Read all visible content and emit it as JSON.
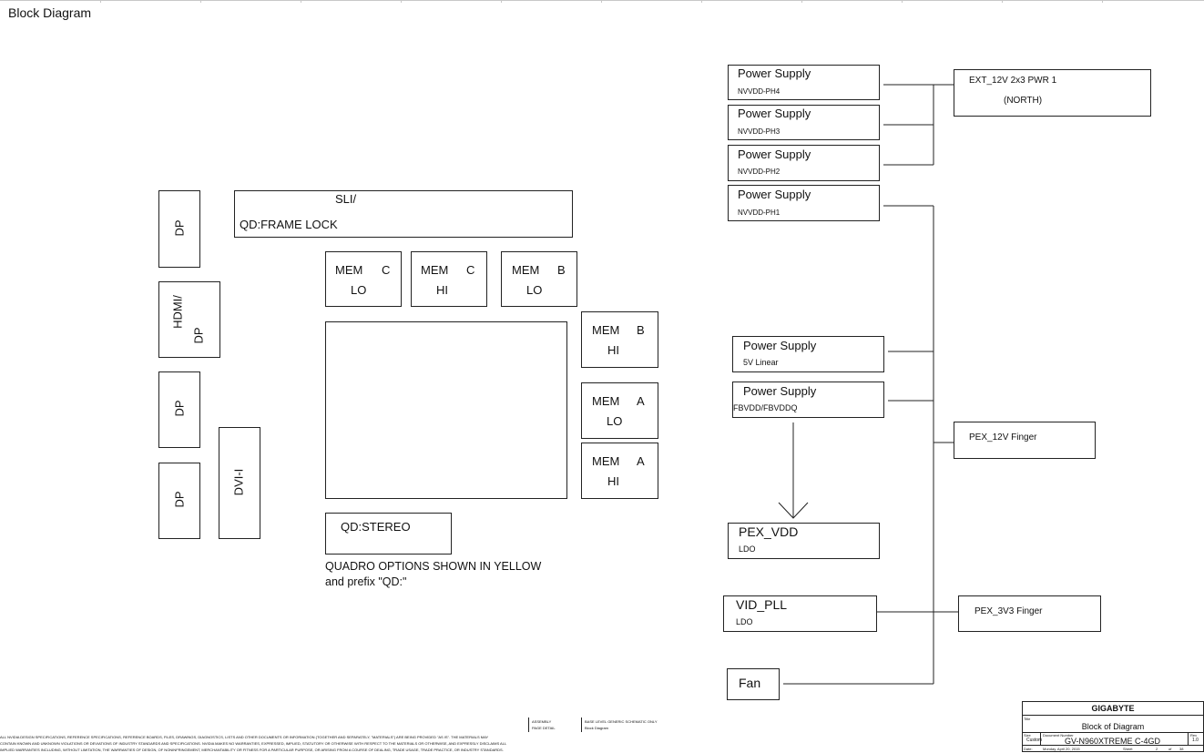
{
  "page": {
    "title": "Block Diagram"
  },
  "connectors": {
    "dp_top": "DP",
    "hdmi_line1": "HDMI/",
    "hdmi_line2": "DP",
    "dp_mid": "DP",
    "dp_bottom": "DP",
    "dvi": "DVI-I"
  },
  "sli": {
    "line1": "SLI/",
    "line2": "QD:FRAME LOCK"
  },
  "memory": {
    "mem_c_lo": {
      "name": "MEM",
      "bank": "C",
      "half": "LO"
    },
    "mem_c_hi": {
      "name": "MEM",
      "bank": "C",
      "half": "HI"
    },
    "mem_b_lo": {
      "name": "MEM",
      "bank": "B",
      "half": "LO"
    },
    "mem_b_hi": {
      "name": "MEM",
      "bank": "B",
      "half": "HI"
    },
    "mem_a_lo": {
      "name": "MEM",
      "bank": "A",
      "half": "LO"
    },
    "mem_a_hi": {
      "name": "MEM",
      "bank": "A",
      "half": "HI"
    }
  },
  "stereo": "QD:STEREO",
  "quadro_note": {
    "line1": "QUADRO OPTIONS SHOWN IN YELLOW",
    "line2": "and prefix \"QD:\""
  },
  "power": {
    "ph4": {
      "title": "Power Supply",
      "sub": "NVVDD-PH4"
    },
    "ph3": {
      "title": "Power Supply",
      "sub": "NVVDD-PH3"
    },
    "ph2": {
      "title": "Power Supply",
      "sub": "NVVDD-PH2"
    },
    "ph1": {
      "title": "Power Supply",
      "sub": "NVVDD-PH1"
    },
    "linear5v": {
      "title": "Power Supply",
      "sub": "5V Linear"
    },
    "fbvdd": {
      "title": "Power Supply",
      "sub": "FBVDD/FBVDDQ"
    }
  },
  "ext_pwr": {
    "line1": "EXT_12V 2x3 PWR 1",
    "line2": "(NORTH)"
  },
  "pex_vdd": {
    "title": "PEX_VDD",
    "sub": "LDO"
  },
  "vid_pll": {
    "title": "VID_PLL",
    "sub": "LDO"
  },
  "fan": "Fan",
  "pex_12v": "PEX_12V Finger",
  "pex_3v3": "PEX_3V3 Finger",
  "footer": {
    "disclaimer": [
      "ALL NVIDIA DESIGN SPECIFICATIONS, REFERENCE SPECIFICATIONS, REFERENCE BOARDS, FILES, DRAWINGS, DIAGNOSTICS, LISTS AND OTHER DOCUMENTS OR INFORMATION (TOGETHER AND SEPARATELY, \"MATERIALS\") ARE BEING PROVIDED \"AS IS\". THE MATERIALS MAY",
      "CONTAIN KNOWN AND UNKNOWN VIOLATIONS OR DEVIATIONS OF INDUSTRY STANDARDS AND SPECIFICATIONS. NVIDIA MAKES NO WARRANTIES, EXPRESSED, IMPLIED, STATUTORY OR OTHERWISE WITH RESPECT TO THE MATERIALS OR OTHERWISE, AND EXPRESSLY DISCLAIMS ALL",
      "IMPLIED WARRANTIES INCLUDING, WITHOUT LIMITATION, THE WARRANTIES OF DESIGN, OF NONINFRINGEMENT, MERCHANTABILITY OR FITNESS FOR A PARTICULAR PURPOSE, OR ARISING FROM A COURSE OF DEALING, TRADE USAGE, TRADE PRACTICE, OR INDUSTRY STANDARDS."
    ],
    "assembly": "ASSEMBLY",
    "page_detail": "PAGE DETAIL",
    "base_level": "BASE LEVEL GENERIC SCHEMATIC ONLY",
    "block_diagram_small": "Block Diagram"
  },
  "title_block": {
    "company": "GIGABYTE",
    "title_label": "Title",
    "title": "Block of Diagram",
    "size_label": "Size",
    "size": "Custom",
    "doc_label": "Document Number",
    "doc": "GV-N960XTREME C-4GD",
    "rev_label": "Rev",
    "rev": "1.0",
    "date_label": "Date:",
    "date": "Monday, April 20, 2015",
    "sheet_label": "Sheet",
    "sheet": "2",
    "of_label": "of",
    "of": "38"
  }
}
